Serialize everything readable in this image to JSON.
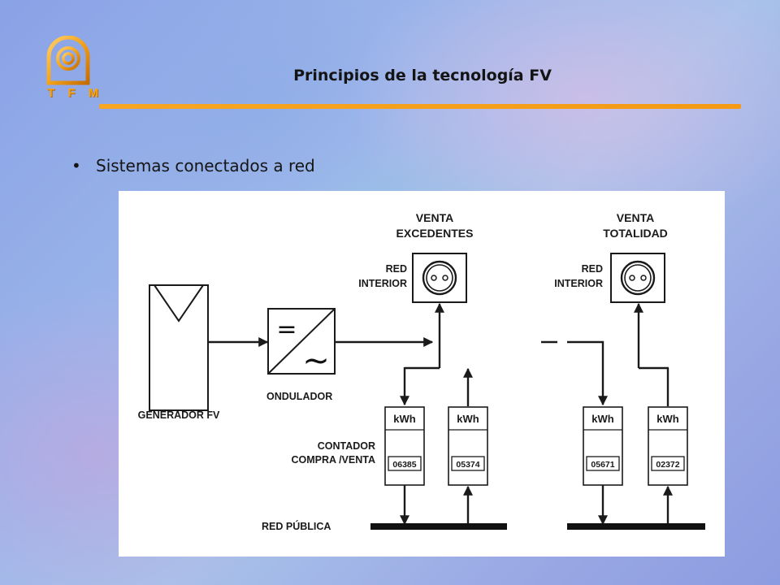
{
  "slide": {
    "logo_letters": "T F M",
    "title": "Principios de la tecnología FV",
    "bullet": "Sistemas conectados a red"
  },
  "diagram": {
    "venta_excedentes_line1": "VENTA",
    "venta_excedentes_line2": "EXCEDENTES",
    "venta_totalidad_line1": "VENTA",
    "venta_totalidad_line2": "TOTALIDAD",
    "red_interior_left_line1": "RED",
    "red_interior_left_line2": "INTERIOR",
    "red_interior_right_line1": "RED",
    "red_interior_right_line2": "INTERIOR",
    "generador": "GENERADOR FV",
    "ondulador": "ONDULADOR",
    "contador_line1": "CONTADOR",
    "contador_line2": "COMPRA /VENTA",
    "red_publica": "RED PÚBLICA",
    "inverter_dc_symbol": "=",
    "inverter_ac_symbol": "~",
    "meters": [
      {
        "unit": "kWh",
        "reading": "06385"
      },
      {
        "unit": "kWh",
        "reading": "05374"
      },
      {
        "unit": "kWh",
        "reading": "05671"
      },
      {
        "unit": "kWh",
        "reading": "02372"
      }
    ]
  },
  "colors": {
    "accent_orange": "#f49a14",
    "diagram_ink": "#1a1a1a"
  }
}
